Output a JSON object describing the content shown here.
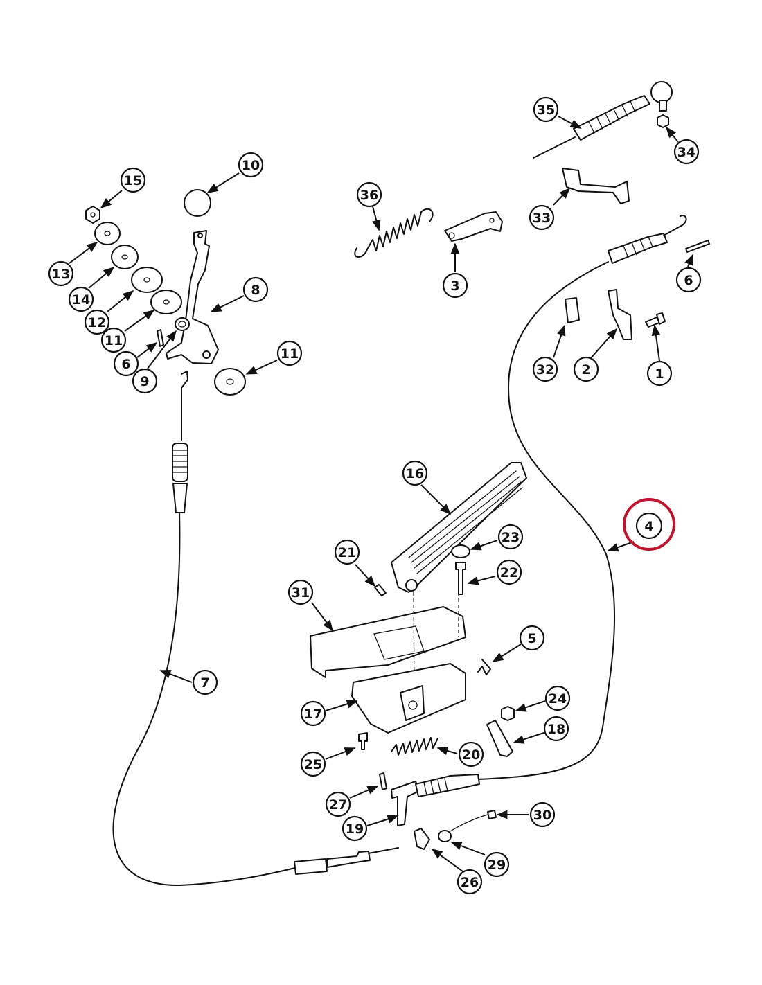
{
  "highlight": {
    "label": "4",
    "color": "#c0152f"
  },
  "callouts": [
    {
      "id": "c1",
      "label": "1"
    },
    {
      "id": "c2",
      "label": "2"
    },
    {
      "id": "c3",
      "label": "3"
    },
    {
      "id": "c4",
      "label": "4"
    },
    {
      "id": "c5",
      "label": "5"
    },
    {
      "id": "c6a",
      "label": "6"
    },
    {
      "id": "c6b",
      "label": "6"
    },
    {
      "id": "c7",
      "label": "7"
    },
    {
      "id": "c8",
      "label": "8"
    },
    {
      "id": "c9",
      "label": "9"
    },
    {
      "id": "c10",
      "label": "10"
    },
    {
      "id": "c11a",
      "label": "11"
    },
    {
      "id": "c11b",
      "label": "11"
    },
    {
      "id": "c12",
      "label": "12"
    },
    {
      "id": "c13",
      "label": "13"
    },
    {
      "id": "c14",
      "label": "14"
    },
    {
      "id": "c15",
      "label": "15"
    },
    {
      "id": "c16",
      "label": "16"
    },
    {
      "id": "c17",
      "label": "17"
    },
    {
      "id": "c18",
      "label": "18"
    },
    {
      "id": "c19",
      "label": "19"
    },
    {
      "id": "c20",
      "label": "20"
    },
    {
      "id": "c21",
      "label": "21"
    },
    {
      "id": "c22",
      "label": "22"
    },
    {
      "id": "c23",
      "label": "23"
    },
    {
      "id": "c24",
      "label": "24"
    },
    {
      "id": "c25",
      "label": "25"
    },
    {
      "id": "c26",
      "label": "26"
    },
    {
      "id": "c27",
      "label": "27"
    },
    {
      "id": "c29",
      "label": "29"
    },
    {
      "id": "c30",
      "label": "30"
    },
    {
      "id": "c31",
      "label": "31"
    },
    {
      "id": "c32",
      "label": "32"
    },
    {
      "id": "c33",
      "label": "33"
    },
    {
      "id": "c34",
      "label": "34"
    },
    {
      "id": "c35",
      "label": "35"
    },
    {
      "id": "c36",
      "label": "36"
    }
  ]
}
